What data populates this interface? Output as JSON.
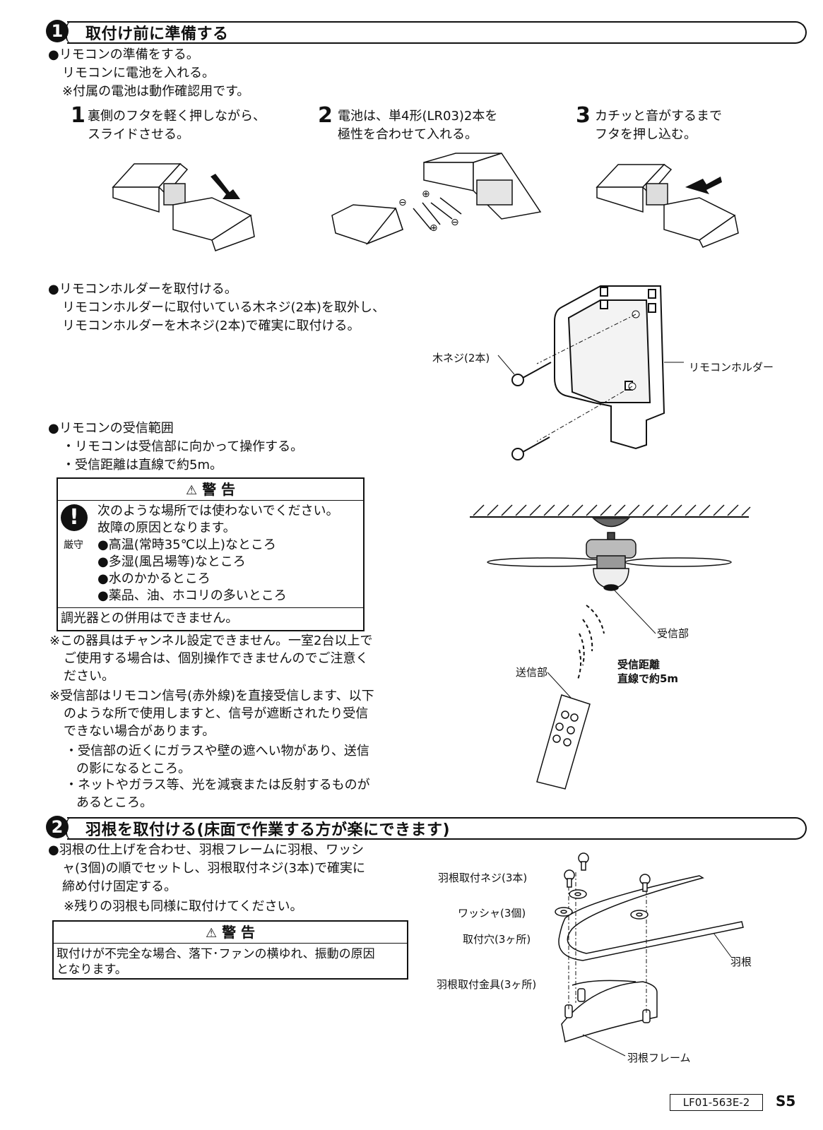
{
  "section1": {
    "number": "1",
    "title": "取付け前に準備する",
    "remote_prep": [
      "●リモコンの準備をする。",
      "リモコンに電池を入れる。",
      "※付属の電池は動作確認用です。"
    ],
    "steps": [
      {
        "num": "1",
        "lines": [
          "裏側のフタを軽く押しながら、",
          "スライドさせる。"
        ]
      },
      {
        "num": "2",
        "lines": [
          "電池は、単4形(LR03)2本を",
          "極性を合わせて入れる。"
        ]
      },
      {
        "num": "3",
        "lines": [
          "カチッと音がするまで",
          "フタを押し込む。"
        ]
      }
    ],
    "holder": [
      "●リモコンホルダーを取付ける。",
      "リモコンホルダーに取付いている木ネジ(2本)を取外し、",
      "リモコンホルダーを木ネジ(2本)で確実に取付ける。"
    ],
    "holder_labels": {
      "screw": "木ネジ(2本)",
      "holder": "リモコンホルダー"
    },
    "range": [
      "●リモコンの受信範囲",
      "・リモコンは受信部に向かって操作する。",
      "・受信距離は直線で約5m。"
    ],
    "warning": {
      "title": "警 告",
      "mandatory": "厳守",
      "lines": [
        "次のような場所では使わないでください。",
        "故障の原因となります。",
        "●高温(常時35℃以上)なところ",
        "●多湿(風呂場等)なところ",
        "●水のかかるところ",
        "●薬品、油、ホコリの多いところ"
      ],
      "footer": "調光器との併用はできません。"
    },
    "notes": [
      "※この器具はチャンネル設定できません。一室2台以上で",
      "ご使用する場合は、個別操作できませんのでご注意く",
      "ださい。",
      "※受信部はリモコン信号(赤外線)を直接受信します、以下",
      "のような所で使用しますと、信号が遮断されたり受信",
      "できない場合があります。",
      "・受信部の近くにガラスや壁の遮へい物があり、送信",
      "の影になるところ。",
      "・ネットやガラス等、光を減衰または反射するものが",
      "あるところ。"
    ],
    "fan_labels": {
      "receiver": "受信部",
      "transmitter": "送信部",
      "distance1": "受信距離",
      "distance2": "直線で約5m"
    }
  },
  "section2": {
    "number": "2",
    "title": "羽根を取付ける(床面で作業する方が楽にできます)",
    "body": [
      "●羽根の仕上げを合わせ、羽根フレームに羽根、ワッシ",
      "ャ(3個)の順でセットし、羽根取付ネジ(3本)で確実に",
      "締め付け固定する。",
      "※残りの羽根も同様に取付けてください。"
    ],
    "warning": {
      "title": "警 告",
      "lines": [
        "取付けが不完全な場合、落下･ファンの横ゆれ、振動の原因",
        "となります。"
      ]
    },
    "labels": {
      "screw": "羽根取付ネジ(3本)",
      "washer": "ワッシャ(3個)",
      "hole": "取付穴(3ヶ所)",
      "bracket": "羽根取付金具(3ヶ所)",
      "blade": "羽根",
      "frame": "羽根フレーム"
    }
  },
  "footer": {
    "code": "LF01-563E-2",
    "page": "S5"
  }
}
